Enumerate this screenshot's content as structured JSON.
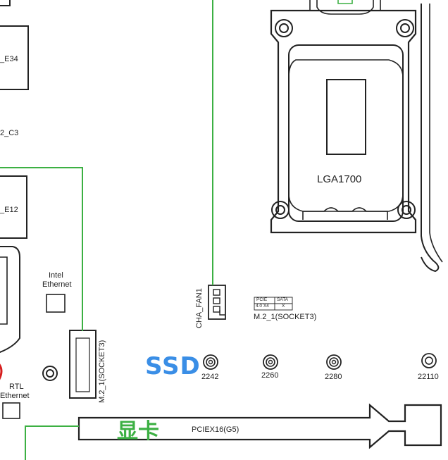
{
  "colors": {
    "highlight_line": "#3cb043",
    "ssd_label": "#3a8ee6",
    "gpu_label": "#3cb043",
    "outline": "#222222"
  },
  "labels": {
    "dimm_e34": "_E34",
    "dimm_c3": "2_C3",
    "dimm_e12": "_E12",
    "intel_ethernet_line1": "Intel",
    "intel_ethernet_line2": "Ethernet",
    "rtl_ethernet_line1": "RTL",
    "rtl_ethernet_line2": "Ethernet",
    "cpu_socket": "LGA1700",
    "cha_fan": "CHA_FAN1",
    "m2_vertical": "M.2_1(SOCKET3)",
    "m2_table_pcie": "PCIE",
    "m2_table_sata": "SATA",
    "m2_table_pcie_val": "4.0 X4",
    "m2_table_sata_val": "X",
    "m2_socket": "M.2_1(SOCKET3)",
    "ssd_annotation": "SSD",
    "pcie_slot": "PCIEX16(G5)",
    "gpu_annotation": "显卡",
    "standoff_2242": "2242",
    "standoff_2260": "2260",
    "standoff_2280": "2280",
    "standoff_22110": "22110"
  }
}
